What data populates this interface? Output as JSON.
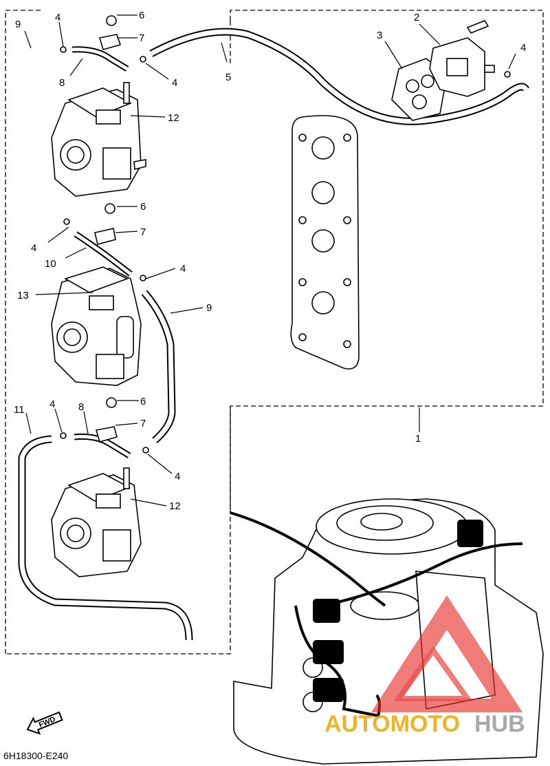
{
  "callouts": {
    "c9a": "9",
    "c4a": "4",
    "c6a": "6",
    "c7a": "7",
    "c8a": "8",
    "c4b": "4",
    "c5": "5",
    "c3": "3",
    "c2": "2",
    "c4c": "4",
    "c12a": "12",
    "c6b": "6",
    "c7b": "7",
    "c4d": "4",
    "c10": "10",
    "c4e": "4",
    "c13": "13",
    "c9b": "9",
    "c1": "1",
    "c11": "11",
    "c4f": "4",
    "c8b": "8",
    "c6c": "6",
    "c7c": "7",
    "c4g": "4",
    "c12b": "12"
  },
  "fwd_label": "FWD",
  "diagram_code": "6H18300-E240",
  "watermark": {
    "part1": "AUTOMOTO",
    "part2": "HUB"
  },
  "colors": {
    "watermark_red": "#e8312f",
    "watermark_orange": "#f0a500",
    "watermark_gray": "#9a9a9a"
  }
}
